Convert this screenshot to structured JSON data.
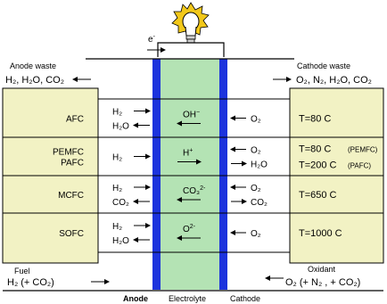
{
  "labels": {
    "electron": "e",
    "electron_sup": "-",
    "anode_waste": "Anode waste",
    "anode_waste_species": "H₂, H₂O, CO₂",
    "cathode_waste": "Cathode waste",
    "cathode_waste_species": "O₂, N₂, H₂O, CO₂",
    "fuel": "Fuel",
    "fuel_species": "H₂ (+ CO₂)",
    "oxidant": "Oxidant",
    "oxidant_species": "O₂ (+ N₂ , + CO₂)",
    "anode": "Anode",
    "electrolyte": "Electrolyte",
    "cathode": "Cathode"
  },
  "rows": [
    {
      "type": "AFC",
      "anode_species": [
        "H₂",
        "H₂O"
      ],
      "ion": "OH",
      "ion_charge": "−",
      "cathode_species": [
        "O₂"
      ],
      "temperature": [
        "T=80  C"
      ],
      "temp_note": []
    },
    {
      "type": "PEMFC\nPAFC",
      "anode_species": [
        "H₂"
      ],
      "ion": "H",
      "ion_charge": "+",
      "cathode_species": [
        "O₂",
        "H₂O"
      ],
      "temperature": [
        "T=80  C",
        "T=200  C"
      ],
      "temp_note": [
        "(PEMFC)",
        "(PAFC)"
      ]
    },
    {
      "type": "MCFC",
      "anode_species": [
        "H₂",
        "CO₂"
      ],
      "ion": "CO₃",
      "ion_charge": "2-",
      "cathode_species": [
        "O₂",
        "CO₂"
      ],
      "temperature": [
        "T=650  C"
      ],
      "temp_note": []
    },
    {
      "type": "SOFC",
      "anode_species": [
        "H₂",
        "H₂O"
      ],
      "ion": "O",
      "ion_charge": "2-",
      "cathode_species": [
        "O₂"
      ],
      "temperature": [
        "T=1000  C"
      ],
      "temp_note": []
    }
  ],
  "colors": {
    "box_fill": "#f2f2c4",
    "electrolyte": "#b4e3b4",
    "electrode": "#1c33dd",
    "line": "#000000",
    "bulb_rays": "#f2c81a"
  }
}
